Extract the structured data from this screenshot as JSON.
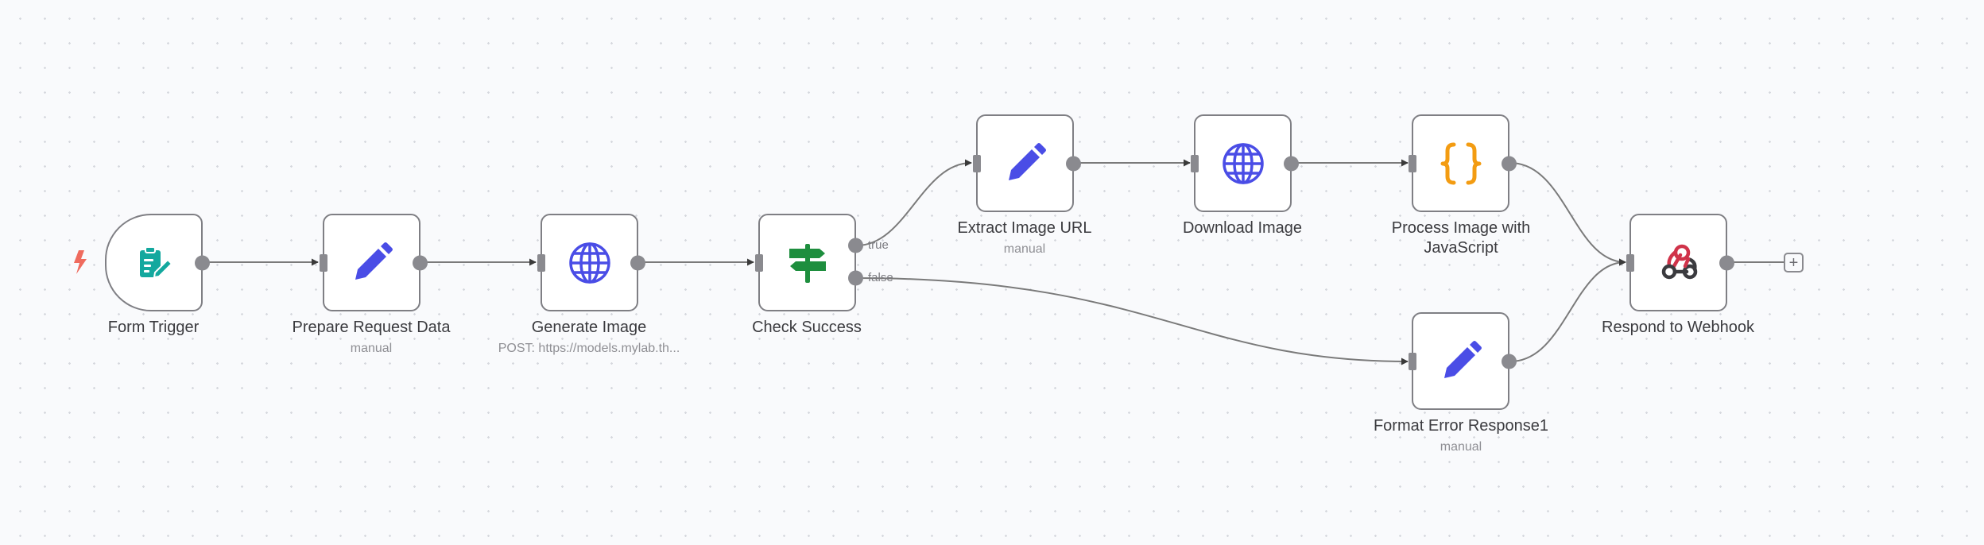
{
  "nodes": {
    "form_trigger": {
      "title": "Form Trigger"
    },
    "prepare": {
      "title": "Prepare Request Data",
      "subtitle": "manual"
    },
    "generate": {
      "title": "Generate Image",
      "subtitle": "POST: https://models.mylab.th..."
    },
    "check": {
      "title": "Check Success"
    },
    "extract": {
      "title": "Extract Image URL",
      "subtitle": "manual"
    },
    "download": {
      "title": "Download Image"
    },
    "process": {
      "title": "Process Image with JavaScript"
    },
    "respond": {
      "title": "Respond to Webhook"
    },
    "format_error": {
      "title": "Format Error Response1",
      "subtitle": "manual"
    }
  },
  "branches": {
    "true_label": "true",
    "false_label": "false"
  },
  "add_node": {
    "symbol": "+"
  },
  "colors": {
    "trigger_icon": "#13a89e",
    "edit_icon": "#4a4de6",
    "http_icon": "#4a4de6",
    "if_icon": "#1e8e3e",
    "code_icon": "#f39c12",
    "webhook_icon": "#d0334a",
    "bolt": "#ef6b5e"
  }
}
